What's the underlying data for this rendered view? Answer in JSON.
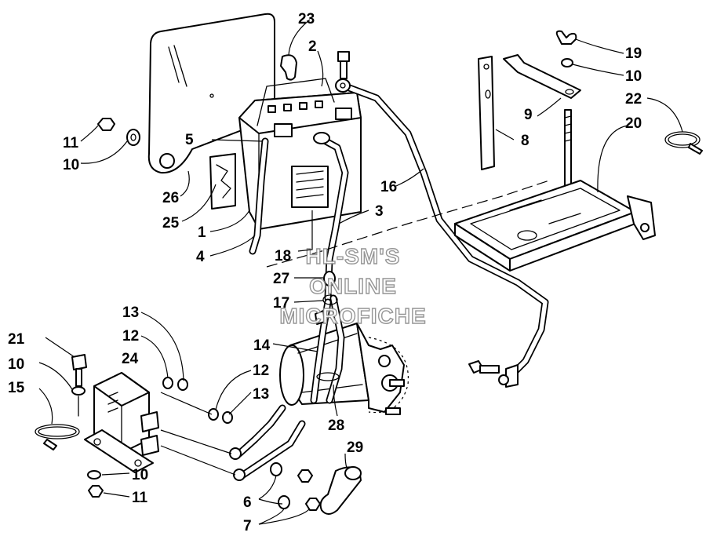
{
  "watermark": {
    "line1": "HL-SM'S",
    "line2": "ONLINE",
    "line3": "MICROFICHE"
  },
  "callouts": {
    "c1": "1",
    "c2": "2",
    "c3": "3",
    "c4": "4",
    "c5": "5",
    "c6": "6",
    "c7": "7",
    "c8": "8",
    "c9": "9",
    "c10a": "10",
    "c10b": "10",
    "c10c": "10",
    "c10d": "10",
    "c11a": "11",
    "c11b": "11",
    "c12a": "12",
    "c12b": "12",
    "c13a": "13",
    "c13b": "13",
    "c14": "14",
    "c15": "15",
    "c16": "16",
    "c17": "17",
    "c18": "18",
    "c19": "19",
    "c20": "20",
    "c21": "21",
    "c22": "22",
    "c23": "23",
    "c24": "24",
    "c25": "25",
    "c26": "26",
    "c27": "27",
    "c28": "28",
    "c29": "29"
  }
}
